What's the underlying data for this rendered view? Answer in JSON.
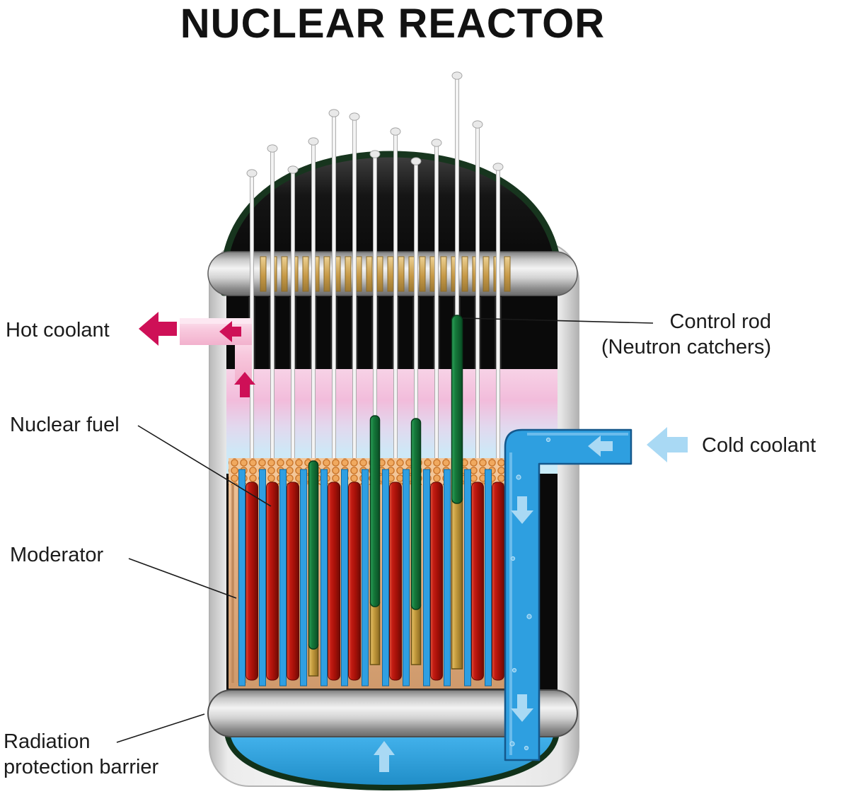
{
  "title": "NUCLEAR REACTOR",
  "labels": {
    "hot_coolant": "Hot coolant",
    "nuclear_fuel": "Nuclear fuel",
    "moderator": "Moderator",
    "radiation_protection_barrier": "Radiation\nprotection barrier",
    "control_rod": "Control rod\n(Neutron catchers)",
    "cold_coolant": "Cold coolant"
  },
  "colors": {
    "text": "#1b1b1b",
    "hot_arrow": "#ce1057",
    "hot_pipe": "#f8c8dd",
    "cold_arrow": "#a9d9f4",
    "cold_pipe": "#2e9fe0",
    "control_rod_green": "#17813e",
    "control_rod_follower_gold": "#c9a23f",
    "fuel_rod_red": "#b11510",
    "moderator_channel_blue": "#2f9fe2",
    "core_tan": "#e3b288",
    "vessel_black": "#0a0a0a",
    "vessel_green_outline": "#17351e",
    "bottom_water_blue": "#2aa3e6"
  }
}
